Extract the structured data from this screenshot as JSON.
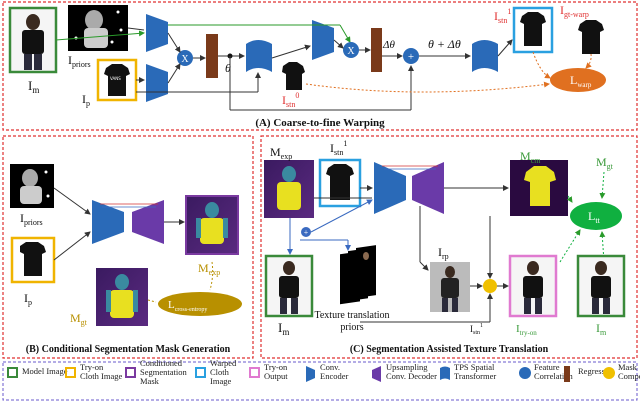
{
  "panels": {
    "a": {
      "caption": "(A) Coarse-to-fine Warping"
    },
    "b": {
      "caption": "(B) Conditional Segmentation Mask Generation"
    },
    "c": {
      "caption": "(C) Segmentation Assisted Texture Translation"
    }
  },
  "symbols": {
    "i_m": "I",
    "i_m_sub": "m",
    "i_priors": "I",
    "i_priors_sub": "priors",
    "i_p": "I",
    "i_p_sub": "p",
    "theta": "θ",
    "delta_theta": "Δθ",
    "theta_sum": "θ + Δθ",
    "i_stn0": "I",
    "i_stn0_sub": "stn",
    "i_stn0_sup": "0",
    "i_stn1": "I",
    "i_stn1_sub": "stn",
    "i_stn1_sup": "1",
    "i_gt_warp": "I",
    "i_gt_warp_sub": "gt-warp",
    "l_warp": "L",
    "l_warp_sub": "warp",
    "x_sym": "X",
    "plus_sym": "+",
    "m_exp": "M",
    "m_exp_sub": "exp",
    "m_gt": "M",
    "m_gt_sub": "gt",
    "l_ce": "L",
    "l_ce_sub": "cross-entropy",
    "m_cm": "M",
    "m_cm_sub": "cm",
    "l_tt": "L",
    "l_tt_sub": "tt",
    "i_rp": "I",
    "i_rp_sub": "rp",
    "i_tryon": "I",
    "i_tryon_sub": "try-on",
    "texture_priors_line1": "Texture translation",
    "texture_priors_line2": "priors",
    "i_stn1_small": "I",
    "i_stn1_small_sub": "stn",
    "i_stn1_small_sup": "1"
  },
  "legend": [
    {
      "label": "Model Image",
      "color": "#3a8a3a",
      "kind": "box"
    },
    {
      "label": "Try-on Cloth Image",
      "color": "#f0b400",
      "kind": "box"
    },
    {
      "label": "Conditioned Segmentation Mask",
      "color": "#7a3aa0",
      "kind": "box"
    },
    {
      "label": "Warped Cloth Image",
      "color": "#2aa0e0",
      "kind": "box"
    },
    {
      "label": "Try-on Output",
      "color": "#e07ad0",
      "kind": "box"
    },
    {
      "label": "Conv. Encoder",
      "color": "#2a6ab8",
      "kind": "encoder"
    },
    {
      "label": "Upsampling Conv. Decoder",
      "color": "#6a3aa8",
      "kind": "decoder"
    },
    {
      "label": "TPS Spatial Transformer",
      "color": "#2a6ab8",
      "kind": "tps"
    },
    {
      "label": "Feature Correlation",
      "color": "#2a6ab8",
      "kind": "circle"
    },
    {
      "label": "Regressor",
      "color": "#8a4a1a",
      "kind": "regressor"
    },
    {
      "label": "Mask Composition",
      "color": "#f0c000",
      "kind": "dot"
    }
  ],
  "colors": {
    "panel_border": "#e03030",
    "encoder": "#2a6ab8",
    "decoder": "#6a3aa8",
    "regressor": "#7a3a1a",
    "loss_green": "#10b040",
    "loss_orange": "#e07020",
    "loss_olive": "#b89000"
  }
}
